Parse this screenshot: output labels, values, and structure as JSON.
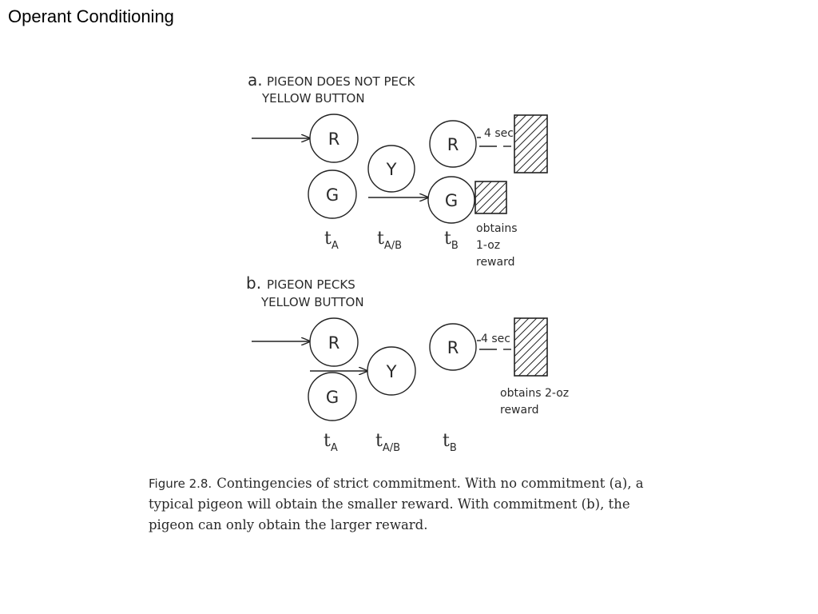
{
  "slide": {
    "title": "Operant Conditioning"
  },
  "panel_a": {
    "letter": "a.",
    "heading_line1": "PIGEON DOES NOT PECK",
    "heading_line2": "YELLOW BUTTON",
    "delay_label": "4 sec",
    "reward_line1": "obtains",
    "reward_line2": "1-oz",
    "reward_line3": "reward"
  },
  "panel_b": {
    "letter": "b.",
    "heading_line1": "PIGEON PECKS",
    "heading_line2": "YELLOW BUTTON",
    "delay_label": "4 sec",
    "reward_line1": "obtains 2-oz",
    "reward_line2": "reward"
  },
  "buttons": {
    "red": "R",
    "green": "G",
    "yellow": "Y"
  },
  "time_labels": {
    "base": "t",
    "a": "A",
    "ab": "A/B",
    "b": "B"
  },
  "caption": {
    "label": "Figure 2.8.",
    "text": "Contingencies of strict commitment. With no commitment (a), a typical pigeon will obtain the smaller reward. With commitment (b), the pigeon can only obtain the larger reward."
  }
}
